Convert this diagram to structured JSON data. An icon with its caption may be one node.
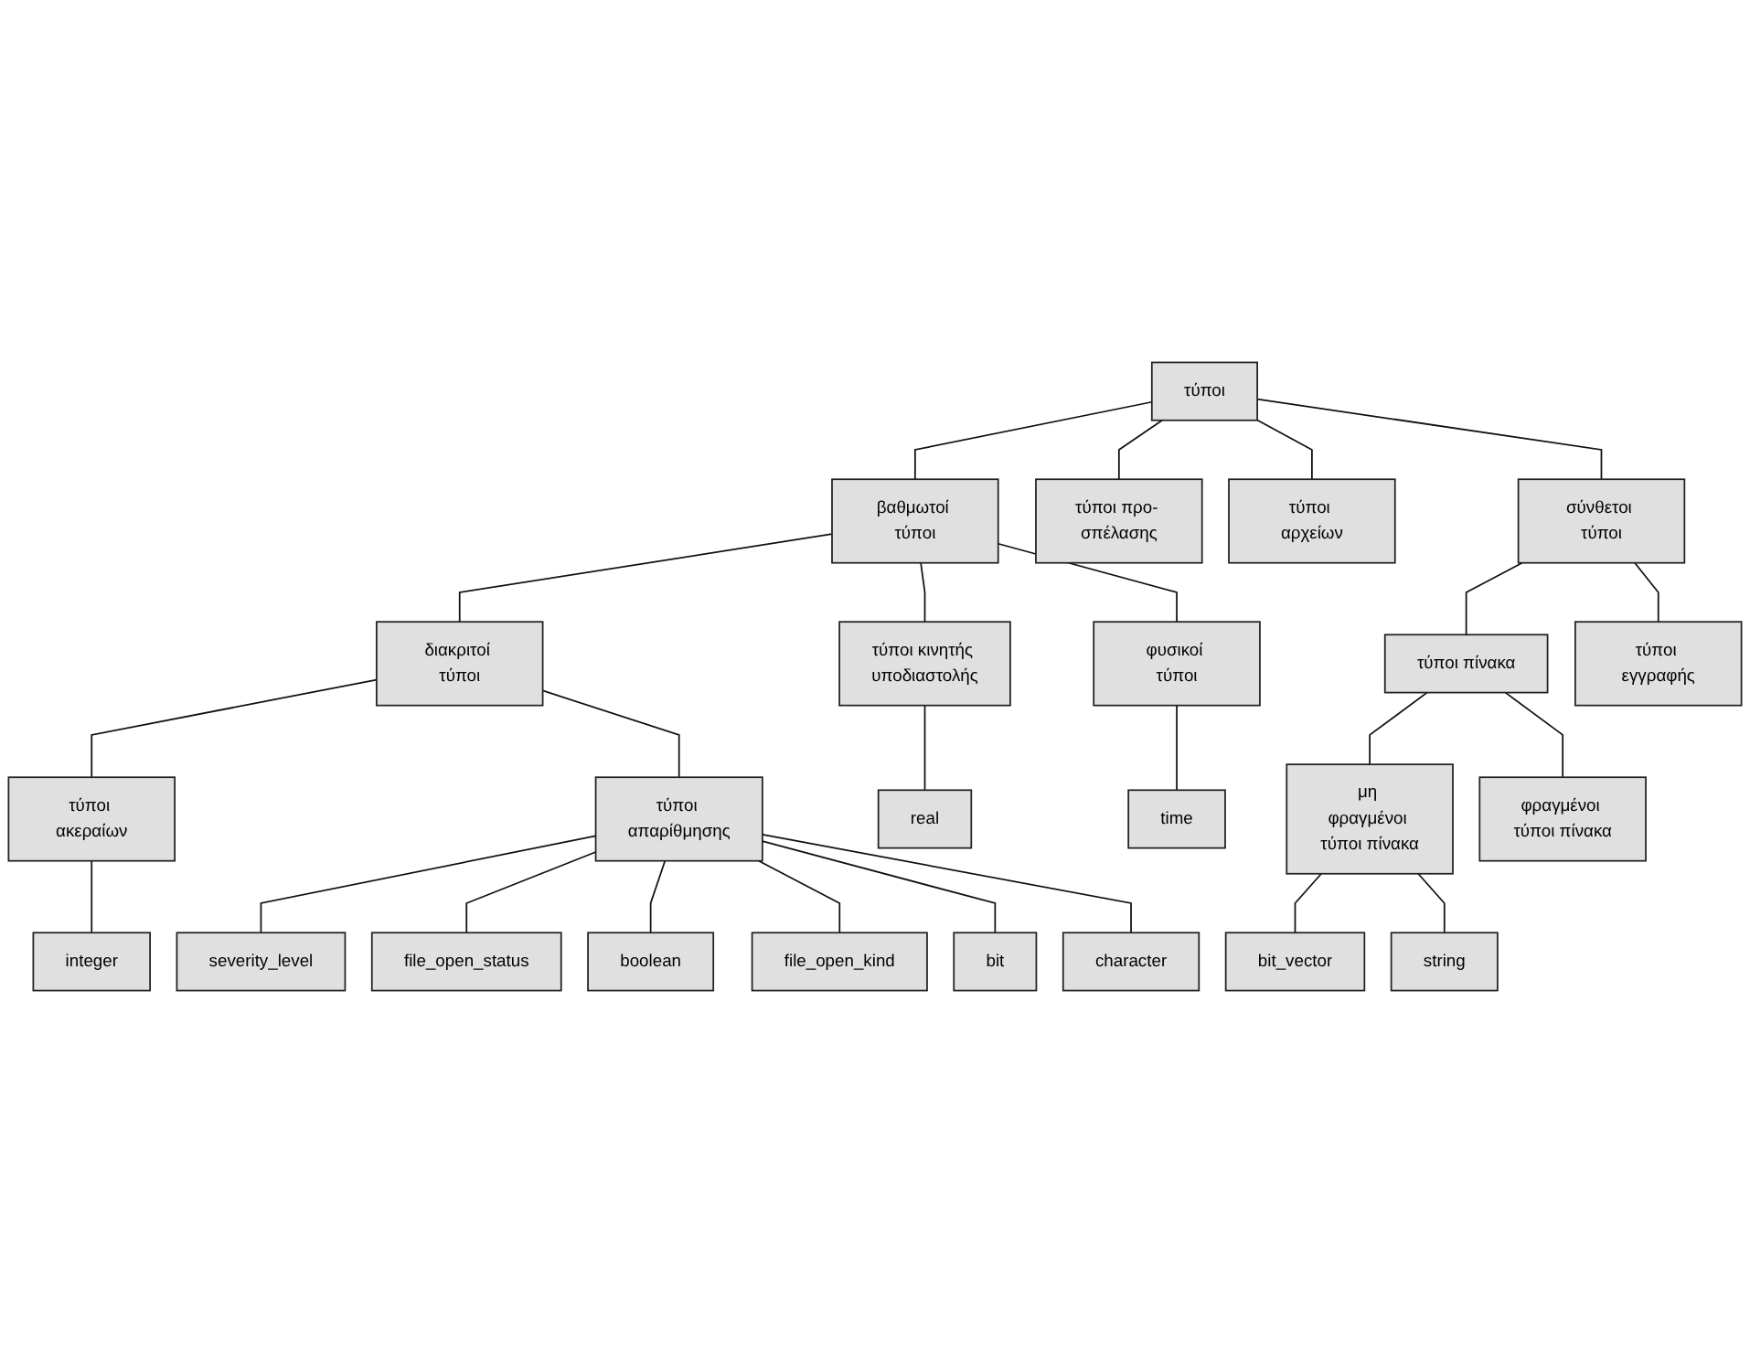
{
  "diagram": {
    "nodes": [
      {
        "text": [
          "τύποι"
        ]
      },
      {
        "text": [
          "βαθμωτοί τύποι"
        ]
      },
      {
        "text": [
          "τύποι προ- σπέλασης"
        ]
      },
      {
        "text": [
          "τύποι αρχείων"
        ]
      },
      {
        "text": [
          "σύνθετοι τύποι"
        ]
      },
      {
        "text": [
          "διακριτοί τύποι"
        ]
      },
      {
        "text": [
          "τύποι κινητής υποδιαστολής"
        ]
      },
      {
        "text": [
          "φυσικοί τύποι"
        ]
      },
      {
        "text": [
          "τύποι πίνακα"
        ]
      },
      {
        "text": [
          "τύποι εγγραφής"
        ]
      },
      {
        "text": [
          "τύποι ακεραίων"
        ]
      },
      {
        "text": [
          "τύποι απαρίθμησης"
        ]
      },
      {
        "text": [
          "real"
        ]
      },
      {
        "text": [
          "time"
        ]
      },
      {
        "text": [
          "μη φραγμένοι τύποι πίνακα"
        ]
      },
      {
        "text": [
          "φραγμένοι τύποι πίνακα"
        ]
      },
      {
        "text": [
          "integer"
        ]
      },
      {
        "text": [
          "severity_level"
        ]
      },
      {
        "text": [
          "file_open_status"
        ]
      },
      {
        "text": [
          "boolean"
        ]
      },
      {
        "text": [
          "file_open_kind"
        ]
      },
      {
        "text": [
          "bit"
        ]
      },
      {
        "text": [
          "character"
        ]
      },
      {
        "text": [
          "bit_vector"
        ]
      },
      {
        "text": [
          "string"
        ]
      }
    ],
    "edges": [
      {
        "from": 0,
        "to": 1,
        "arrow": "none"
      },
      {
        "from": 0,
        "to": 2,
        "arrow": "none"
      },
      {
        "from": 0,
        "to": 3,
        "arrow": "none"
      },
      {
        "from": 0,
        "to": 4,
        "arrow": "none"
      },
      {
        "from": 1,
        "to": 5,
        "arrow": "none"
      },
      {
        "from": 1,
        "to": 6,
        "arrow": "none"
      },
      {
        "from": 1,
        "to": 7,
        "arrow": "none"
      },
      {
        "from": 4,
        "to": 8,
        "arrow": "none"
      },
      {
        "from": 4,
        "to": 9,
        "arrow": "none"
      },
      {
        "from": 5,
        "to": 10,
        "arrow": "none"
      },
      {
        "from": 5,
        "to": 11,
        "arrow": "none"
      },
      {
        "from": 6,
        "to": 12,
        "arrow": "none"
      },
      {
        "from": 7,
        "to": 13,
        "arrow": "none"
      },
      {
        "from": 8,
        "to": 14,
        "arrow": "none"
      },
      {
        "from": 8,
        "to": 15,
        "arrow": "none"
      },
      {
        "from": 10,
        "to": 16,
        "arrow": "none"
      },
      {
        "from": 11,
        "to": 17,
        "arrow": "none"
      },
      {
        "from": 11,
        "to": 18,
        "arrow": "none"
      },
      {
        "from": 11,
        "to": 19,
        "arrow": "none"
      },
      {
        "from": 11,
        "to": 20,
        "arrow": "none"
      },
      {
        "from": 11,
        "to": 21,
        "arrow": "none"
      },
      {
        "from": 11,
        "to": 22,
        "arrow": "none"
      },
      {
        "from": 14,
        "to": 23,
        "arrow": "none"
      },
      {
        "from": 14,
        "to": 24,
        "arrow": "none"
      }
    ]
  }
}
